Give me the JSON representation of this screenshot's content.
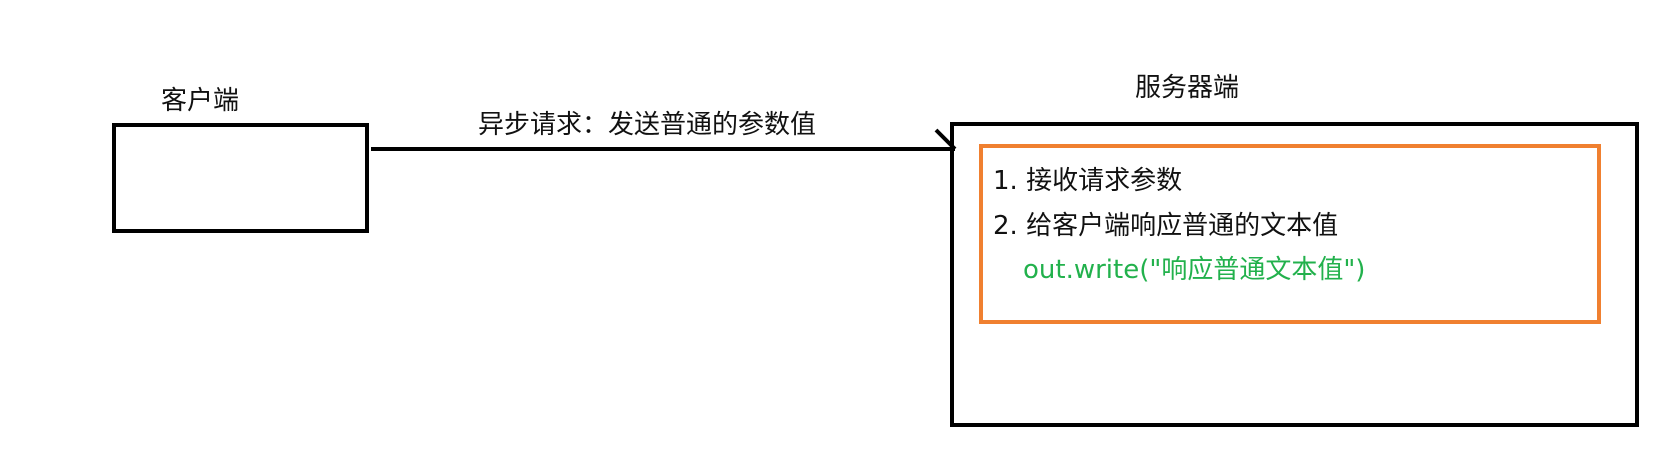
{
  "client": {
    "label": "客户端"
  },
  "server": {
    "label": "服务器端",
    "steps": [
      "1. 接收请求参数",
      "2. 给客户端响应普通的文本值"
    ],
    "code": "out.write(\"响应普通文本值\")"
  },
  "request": {
    "label": "异步请求：发送普通的参数值"
  },
  "colors": {
    "border": "#000000",
    "highlight": "#f08030",
    "code": "#22b14c"
  }
}
